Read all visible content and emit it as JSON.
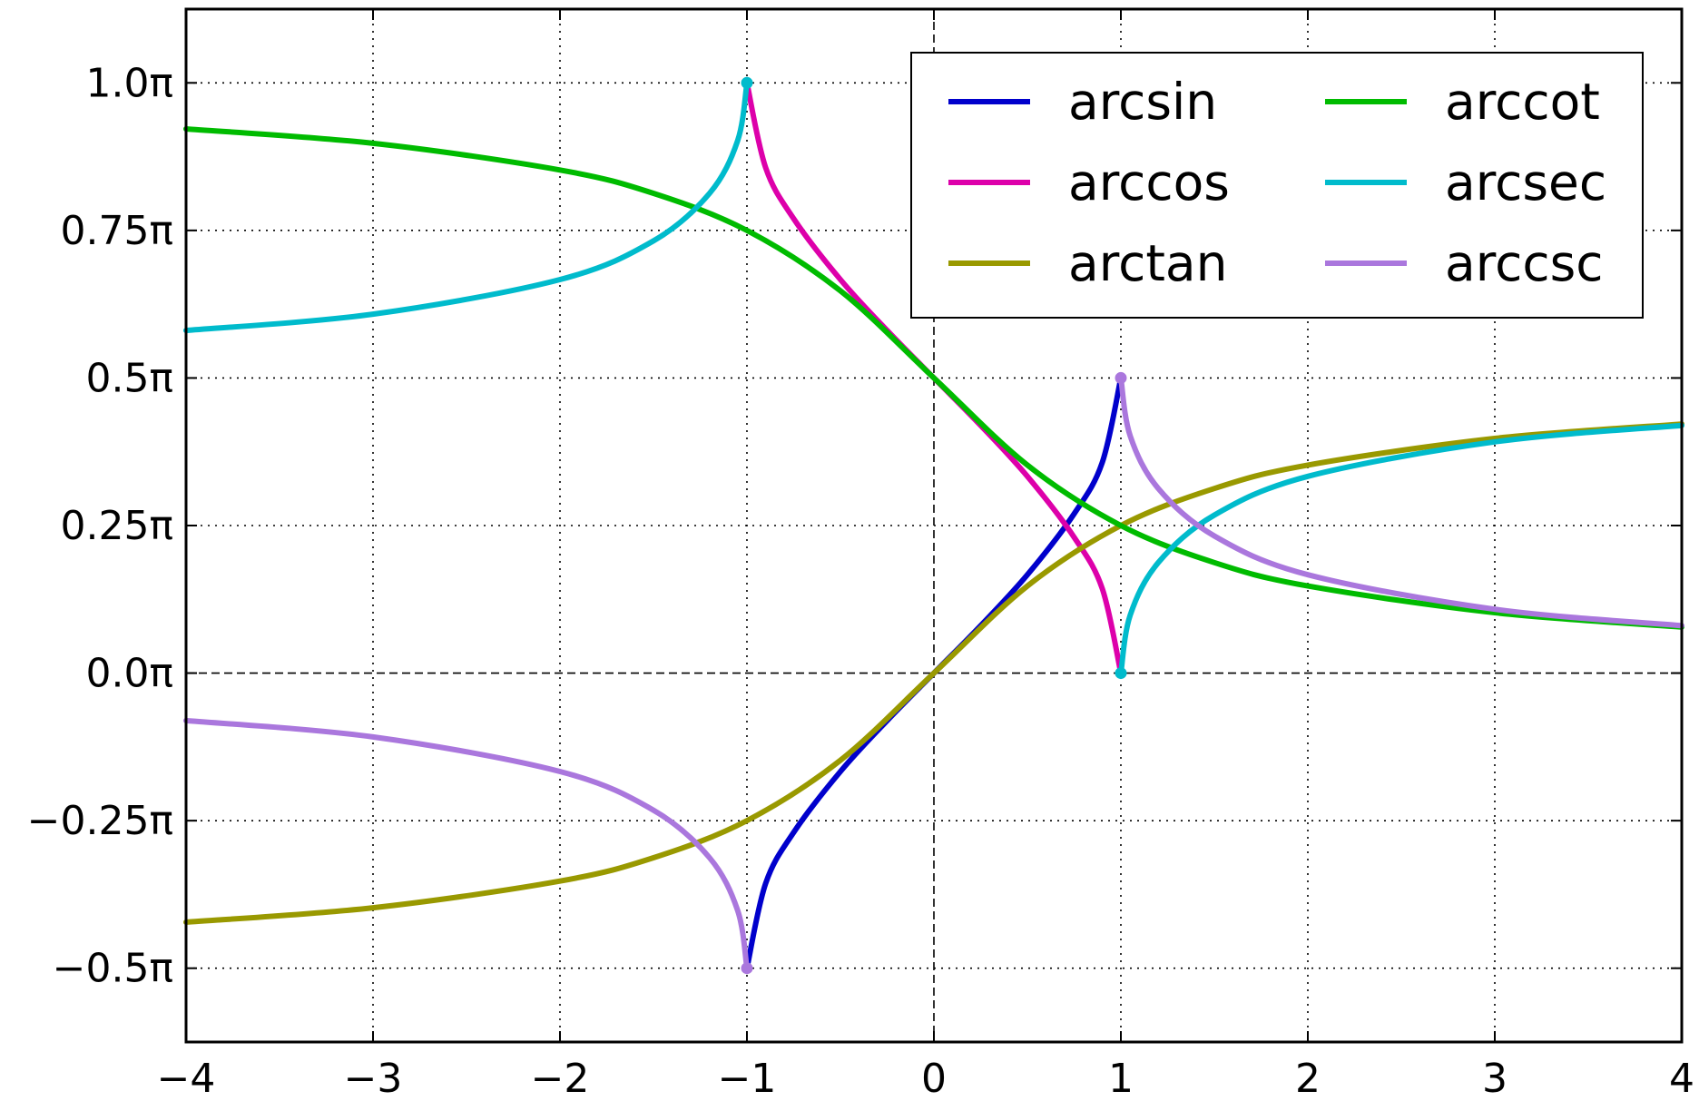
{
  "chart_data": {
    "type": "line",
    "title": "",
    "xlabel": "",
    "ylabel": "",
    "xlim": [
      -4,
      4
    ],
    "ylim": [
      -0.625,
      1.125
    ],
    "y_units": "pi",
    "grid": true,
    "legend_placement": "top-right",
    "x_ticks": [
      {
        "value": -4,
        "label": "−4"
      },
      {
        "value": -3,
        "label": "−3"
      },
      {
        "value": -2,
        "label": "−2"
      },
      {
        "value": -1,
        "label": "−1"
      },
      {
        "value": 0,
        "label": "0"
      },
      {
        "value": 1,
        "label": "1"
      },
      {
        "value": 2,
        "label": "2"
      },
      {
        "value": 3,
        "label": "3"
      },
      {
        "value": 4,
        "label": "4"
      }
    ],
    "y_ticks": [
      {
        "value": 1.0,
        "label": "1.0π"
      },
      {
        "value": 0.75,
        "label": "0.75π"
      },
      {
        "value": 0.5,
        "label": "0.5π"
      },
      {
        "value": 0.25,
        "label": "0.25π"
      },
      {
        "value": 0.0,
        "label": "0.0π"
      },
      {
        "value": -0.25,
        "label": "−0.25π"
      },
      {
        "value": -0.5,
        "label": "−0.5π"
      }
    ],
    "series": [
      {
        "name": "arcsin",
        "color": "#0000cc",
        "segments": [
          [
            [
              -1,
              -0.5
            ],
            [
              -0.9,
              -0.3564
            ],
            [
              -0.75,
              -0.2699
            ],
            [
              -0.5,
              -0.1667
            ],
            [
              -0.25,
              -0.0804
            ],
            [
              0,
              0
            ],
            [
              0.25,
              0.0804
            ],
            [
              0.5,
              0.1667
            ],
            [
              0.75,
              0.2699
            ],
            [
              0.9,
              0.3564
            ],
            [
              1,
              0.5
            ]
          ]
        ],
        "endpoints": []
      },
      {
        "name": "arccos",
        "color": "#dd00aa",
        "segments": [
          [
            [
              -1,
              1.0
            ],
            [
              -0.9,
              0.8564
            ],
            [
              -0.75,
              0.7699
            ],
            [
              -0.5,
              0.6667
            ],
            [
              -0.25,
              0.5804
            ],
            [
              0,
              0.5
            ],
            [
              0.25,
              0.4196
            ],
            [
              0.5,
              0.3333
            ],
            [
              0.75,
              0.2301
            ],
            [
              0.9,
              0.1436
            ],
            [
              1,
              0.0
            ]
          ]
        ],
        "endpoints": []
      },
      {
        "name": "arctan",
        "color": "#999900",
        "segments": [
          [
            [
              -4,
              -0.422
            ],
            [
              -3,
              -0.3976
            ],
            [
              -2,
              -0.3524
            ],
            [
              -1.5,
              -0.3128
            ],
            [
              -1,
              -0.25
            ],
            [
              -0.5,
              -0.1476
            ],
            [
              0,
              0
            ],
            [
              0.5,
              0.1476
            ],
            [
              1,
              0.25
            ],
            [
              1.5,
              0.3128
            ],
            [
              2,
              0.3524
            ],
            [
              3,
              0.3976
            ],
            [
              4,
              0.422
            ]
          ]
        ],
        "endpoints": []
      },
      {
        "name": "arccot",
        "color": "#00bb00",
        "segments": [
          [
            [
              -4,
              0.922
            ],
            [
              -3,
              0.8976
            ],
            [
              -2,
              0.8524
            ],
            [
              -1.5,
              0.8128
            ],
            [
              -1,
              0.75
            ],
            [
              -0.5,
              0.6476
            ],
            [
              0,
              0.5
            ],
            [
              0.5,
              0.3524
            ],
            [
              1,
              0.25
            ],
            [
              1.5,
              0.1872
            ],
            [
              2,
              0.1476
            ],
            [
              3,
              0.1024
            ],
            [
              4,
              0.078
            ]
          ]
        ],
        "endpoints": []
      },
      {
        "name": "arcsec",
        "color": "#00bbcc",
        "segments": [
          [
            [
              -4,
              0.5804
            ],
            [
              -3,
              0.6082
            ],
            [
              -2,
              0.6667
            ],
            [
              -1.5,
              0.7323
            ],
            [
              -1.2,
              0.8128
            ],
            [
              -1.05,
              0.9018
            ],
            [
              -1,
              1.0
            ]
          ],
          [
            [
              1,
              0.0
            ],
            [
              1.05,
              0.0982
            ],
            [
              1.2,
              0.1872
            ],
            [
              1.5,
              0.2677
            ],
            [
              2,
              0.3333
            ],
            [
              3,
              0.3918
            ],
            [
              4,
              0.4196
            ]
          ]
        ],
        "endpoints": [
          [
            -1,
            1.0
          ],
          [
            1,
            0.0
          ]
        ]
      },
      {
        "name": "arccsc",
        "color": "#aa77dd",
        "segments": [
          [
            [
              -4,
              -0.0804
            ],
            [
              -3,
              -0.1082
            ],
            [
              -2,
              -0.1667
            ],
            [
              -1.5,
              -0.2323
            ],
            [
              -1.2,
              -0.3128
            ],
            [
              -1.05,
              -0.4018
            ],
            [
              -1,
              -0.5
            ]
          ],
          [
            [
              1,
              0.5
            ],
            [
              1.05,
              0.4018
            ],
            [
              1.2,
              0.3128
            ],
            [
              1.5,
              0.2323
            ],
            [
              2,
              0.1667
            ],
            [
              3,
              0.1082
            ],
            [
              4,
              0.0804
            ]
          ]
        ],
        "endpoints": [
          [
            -1,
            -0.5
          ],
          [
            1,
            0.5
          ]
        ]
      }
    ],
    "legend": {
      "columns": [
        [
          "arcsin",
          "arccos",
          "arctan"
        ],
        [
          "arccot",
          "arcsec",
          "arccsc"
        ]
      ]
    }
  }
}
